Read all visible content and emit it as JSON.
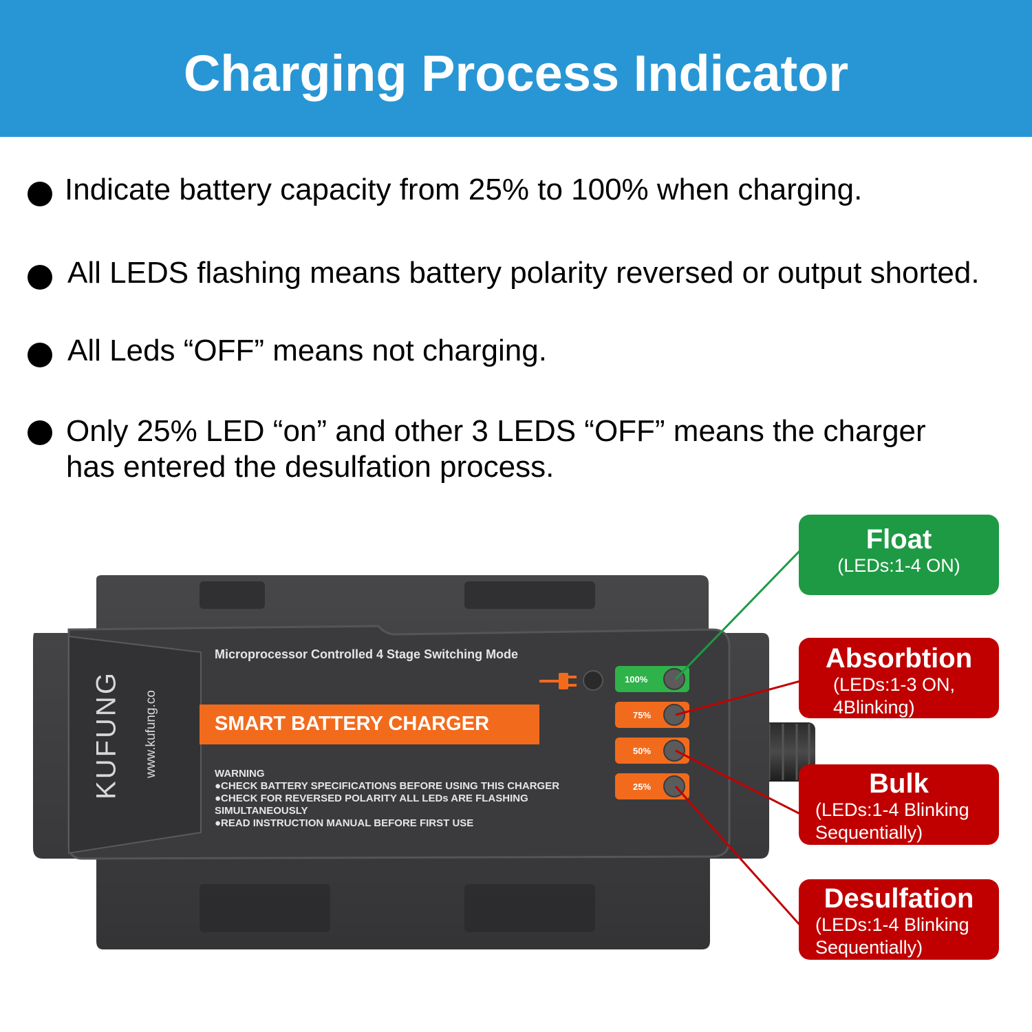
{
  "header": {
    "title": "Charging Process Indicator"
  },
  "bullets": [
    "Indicate battery capacity from 25% to 100% when charging.",
    "All LEDS flashing means battery polarity reversed or output shorted.",
    "All Leds “OFF” means not charging.",
    "Only 25% LED “on” and other 3 LEDS “OFF” means the charger",
    "has entered the desulfation process."
  ],
  "device": {
    "brand": "KUFUNG",
    "website": "www.kufung.co",
    "mode_text": "Microprocessor Controlled 4 Stage Switching Mode",
    "product_label": "SMART BATTERY CHARGER",
    "warning_title": "WARNING",
    "warning_lines": [
      "●CHECK BATTERY SPECIFICATIONS BEFORE USING THIS CHARGER",
      "●CHECK FOR REVERSED POLARITY ALL LEDs ARE FLASHING",
      "SIMULTANEOUSLY",
      "●READ INSTRUCTION MANUAL BEFORE FIRST USE"
    ],
    "leds": [
      "100%",
      "75%",
      "50%",
      "25%"
    ],
    "icons": [
      "power-plug-icon"
    ],
    "colors": {
      "body": "#3d3d3f",
      "orange": "#f26b1d",
      "green": "#2fb24a"
    }
  },
  "stages": [
    {
      "title": "Float",
      "desc": [
        "(LEDs:1-4 ON)"
      ],
      "color": "#1e9a44"
    },
    {
      "title": "Absorbtion",
      "desc": [
        "(LEDs:1-3 ON,",
        "4Blinking)"
      ],
      "color": "#c00000"
    },
    {
      "title": "Bulk",
      "desc": [
        "(LEDs:1-4 Blinking",
        "Sequentially)"
      ],
      "color": "#c00000"
    },
    {
      "title": "Desulfation",
      "desc": [
        "(LEDs:1-4 Blinking",
        "Sequentially)"
      ],
      "color": "#c00000"
    }
  ]
}
